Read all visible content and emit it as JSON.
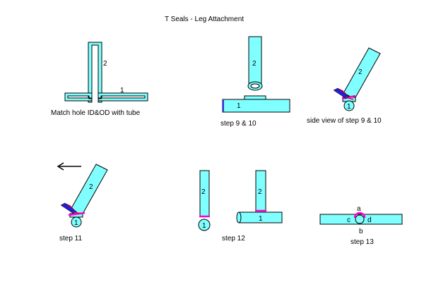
{
  "title": "T Seals - Leg  Attachment",
  "colors": {
    "tube_fill": "#7FFFFF",
    "outline": "#000000",
    "weld_magenta": "#FF00CC",
    "torch_red": "#E8004A",
    "torch_blue": "#2020D0",
    "seal_blue": "#3030FF"
  },
  "panels": {
    "p1": {
      "label_2": "2",
      "label_1": "1",
      "caption": "Match hole ID&OD with tube"
    },
    "p2": {
      "label_2": "2",
      "label_1": "1",
      "caption": "step 9 & 10"
    },
    "p3": {
      "label_2": "2",
      "label_1": "1",
      "caption": "side view of step 9 & 10"
    },
    "p4": {
      "label_2": "2",
      "label_1": "1",
      "caption": "step 11",
      "arrow_icon": "arrow-left-icon"
    },
    "p5": {
      "left_label_2": "2",
      "left_label_1": "1",
      "right_label_2": "2",
      "right_label_1": "1",
      "caption": "step 12"
    },
    "p6": {
      "label_a": "a",
      "label_b": "b",
      "label_c": "c",
      "label_d": "d",
      "caption": "step 13"
    }
  }
}
